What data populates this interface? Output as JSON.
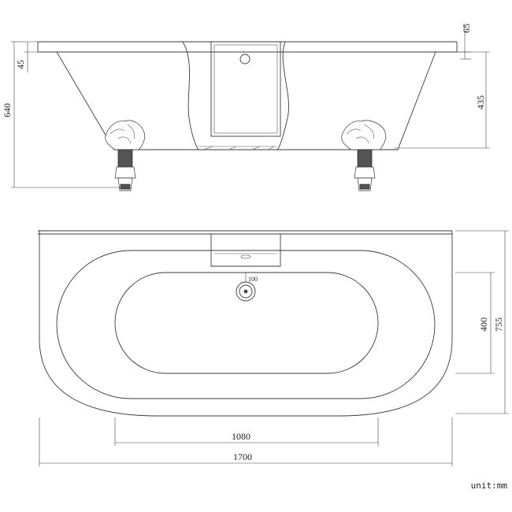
{
  "drawing": {
    "side_view": {
      "dim_rim_thickness": "65",
      "dim_top_lip": "45",
      "dim_total_height": "640",
      "dim_tub_height": "435"
    },
    "top_view": {
      "dim_overflow": "100",
      "dim_inner_width": "400",
      "dim_total_width": "755",
      "dim_inner_length": "1080",
      "dim_total_length": "1700"
    },
    "unit_label": "unit:mm"
  }
}
